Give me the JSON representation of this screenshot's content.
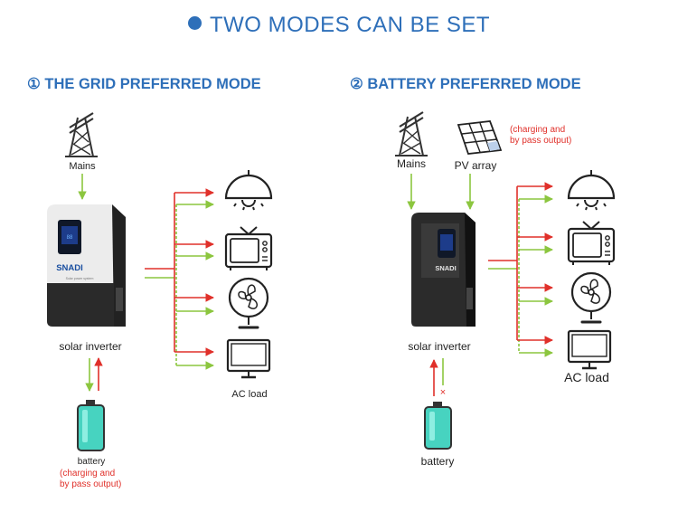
{
  "header": {
    "title": "TWO MODES CAN BE SET"
  },
  "mode1": {
    "title": "① THE GRID PREFERRED MODE",
    "mains_label": "Mains",
    "inverter_label": "solar inverter",
    "battery_label": "battery",
    "battery_note_line1": "(charging and",
    "battery_note_line2": "by pass output)",
    "load_label": "AC load",
    "inverter_brand": "SNADI",
    "inverter_subtext": "Solar power system"
  },
  "mode2": {
    "title": "② BATTERY PREFERRED MODE",
    "mains_label": "Mains",
    "pv_label": "PV array",
    "pv_note_line1": "(charging and",
    "pv_note_line2": "by pass output)",
    "inverter_label": "solar inverter",
    "battery_label": "battery",
    "load_label": "AC load",
    "blocked_mark": "×"
  },
  "colors": {
    "accent": "#2e6fb9",
    "red_line": "#e0302a",
    "green_line": "#8cc63f",
    "battery": "#47d3c0"
  },
  "icons": [
    "mains-tower-icon",
    "pv-panel-icon",
    "inverter-icon",
    "battery-icon",
    "lamp-icon",
    "tv-icon",
    "fan-icon",
    "monitor-icon"
  ]
}
